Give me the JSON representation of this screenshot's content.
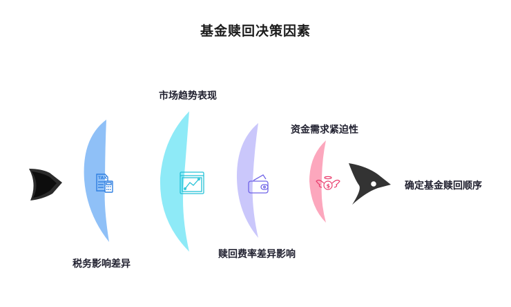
{
  "title": "基金赎回决策因素",
  "start": {
    "icon": "start-arrow-icon",
    "color": "#1a1a1a"
  },
  "end": {
    "icon": "end-arrowhead-icon",
    "color": "#333333",
    "label": "确定基金赎回顺序"
  },
  "factors": [
    {
      "id": "tax",
      "label": "税务影响差异",
      "label_position": "bottom",
      "icon": "tax-calculator-icon",
      "fill": "#8fc0f7",
      "stroke": "#2f7fe0"
    },
    {
      "id": "market",
      "label": "市场趋势表现",
      "label_position": "top",
      "icon": "trend-chart-icon",
      "fill": "#8eeaf7",
      "stroke": "#23c1d6"
    },
    {
      "id": "fee",
      "label": "赎回费率差异影响",
      "label_position": "bottom",
      "icon": "wallet-icon",
      "fill": "#cac7fb",
      "stroke": "#6f63e6"
    },
    {
      "id": "cash",
      "label": "资金需求紧迫性",
      "label_position": "top",
      "icon": "winged-coin-icon",
      "fill": "#fca7bd",
      "stroke": "#e93d6d"
    }
  ]
}
